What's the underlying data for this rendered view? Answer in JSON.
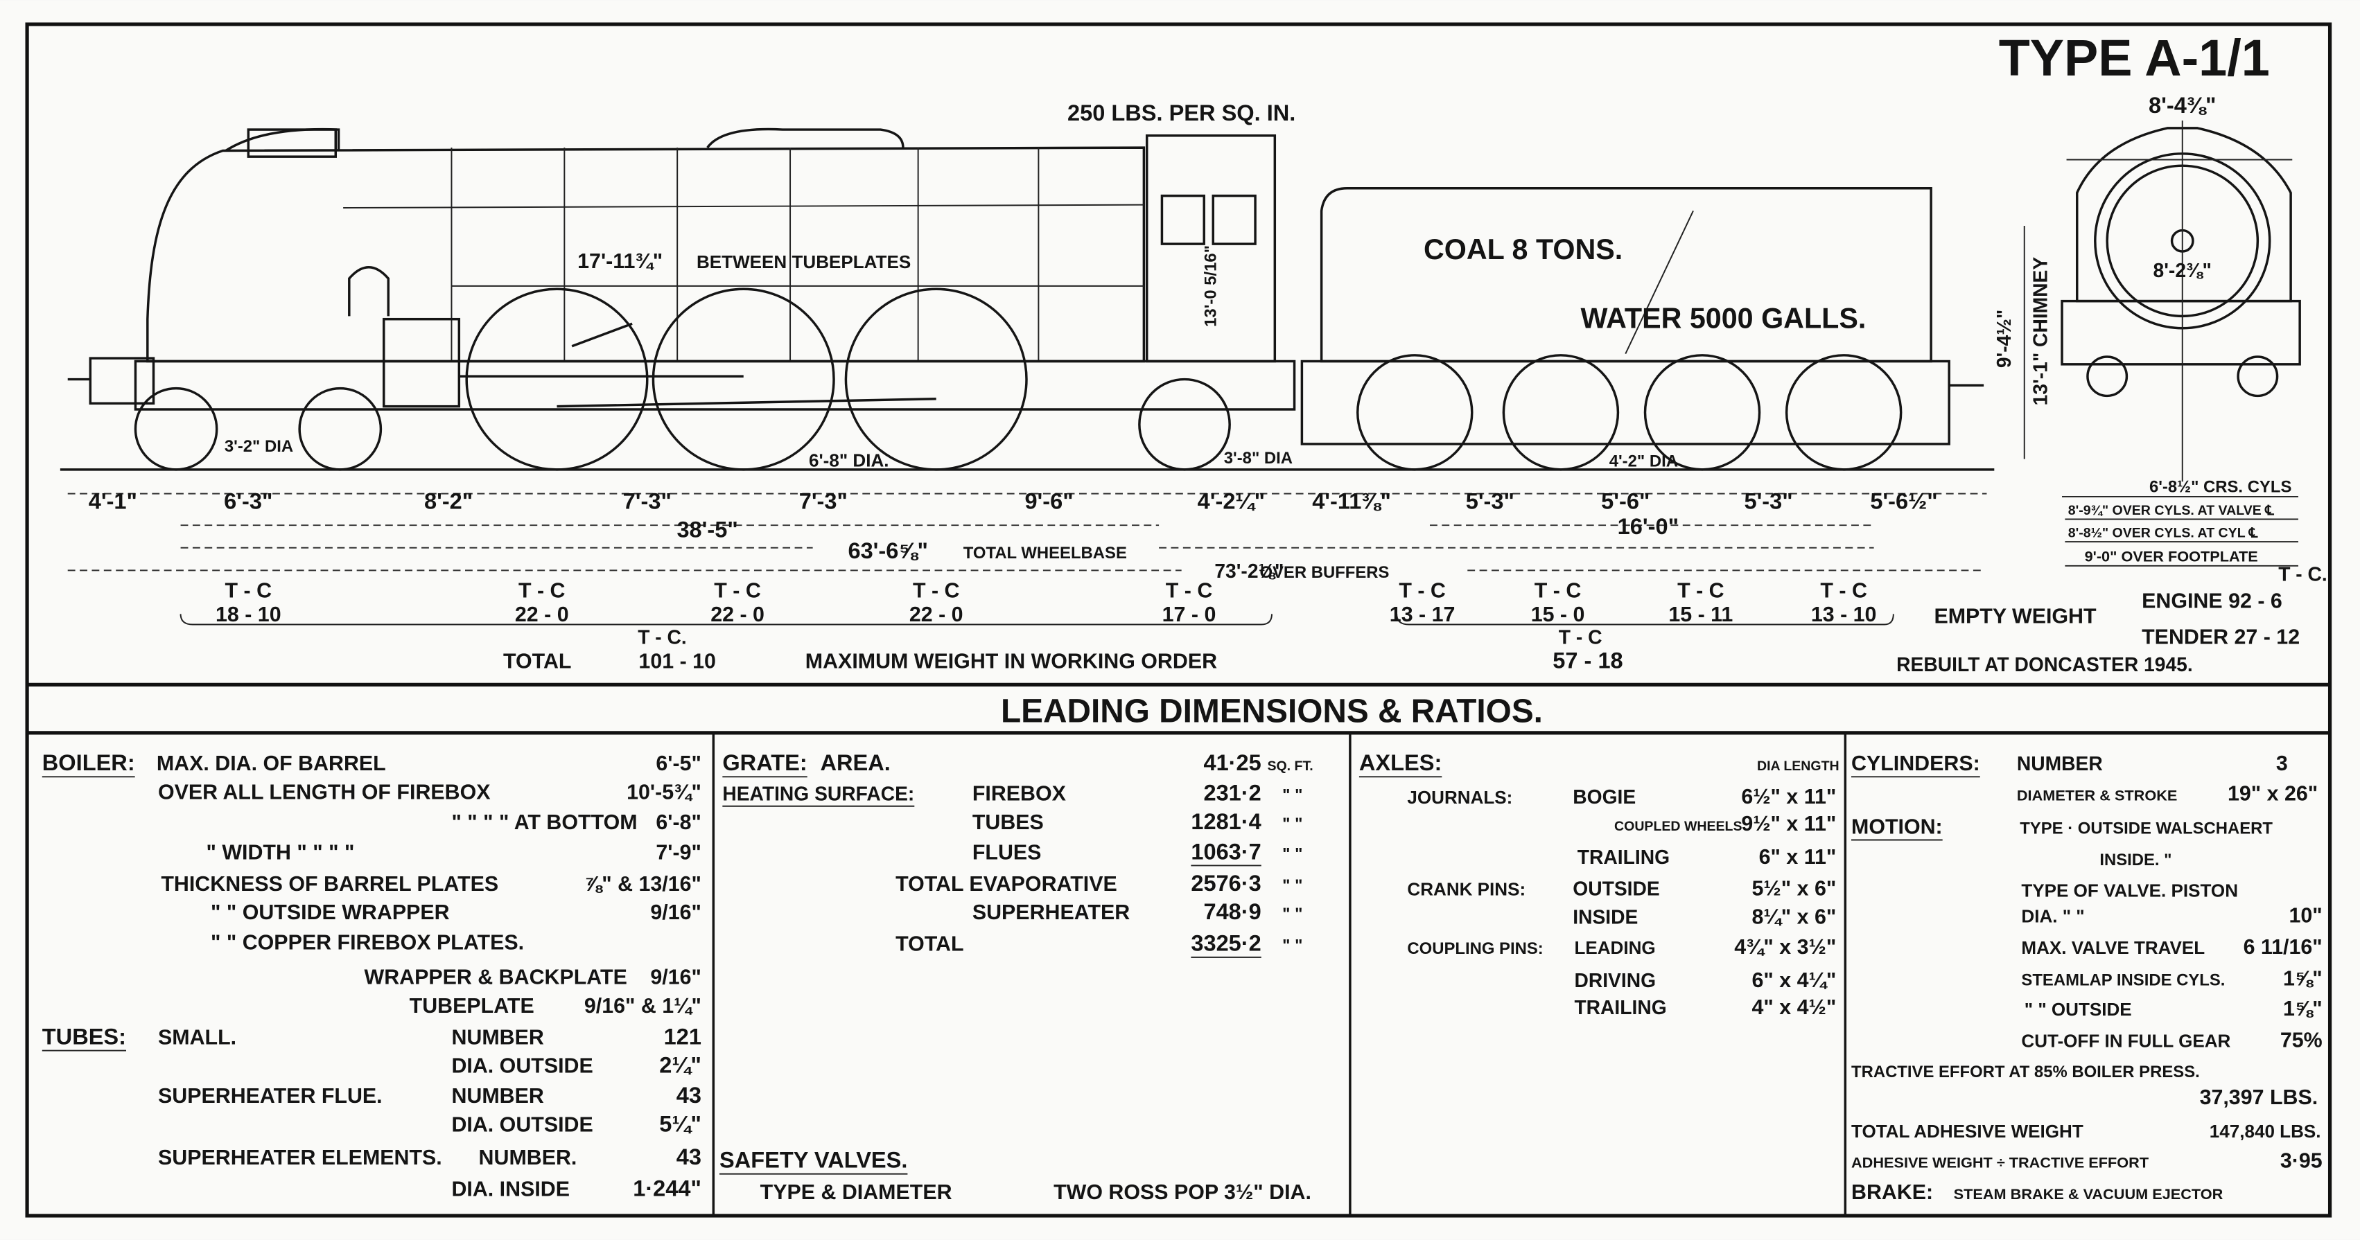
{
  "title": "TYPE A-1/1",
  "pressure": "250 LBS. PER SQ. IN.",
  "drawing": {
    "tubeplates": "17'-11¾\"",
    "between_tubeplates": "BETWEEN TUBEPLATES",
    "coal": "COAL 8 TONS.",
    "water": "WATER 5000 GALLS.",
    "cab_height": "13'-0 5/16\"",
    "bogie_wheel_dia": "3'-2\" DIA",
    "coupled_wheel_dia": "6'-8\" DIA.",
    "trailing_wheel_dia": "3'-8\" DIA",
    "tender_wheel_dia": "4'-2\" DIA"
  },
  "spacings": [
    "4'-1\"",
    "6'-3\"",
    "8'-2\"",
    "7'-3\"",
    "7'-3\"",
    "9'-6\"",
    "4'-2¼\"",
    "4'-11⅜\"",
    "5'-3\"",
    "5'-6\"",
    "5'-3\"",
    "5'-6½\""
  ],
  "wheelbase": {
    "engine": "38'-5\"",
    "tender": "16'-0\"",
    "total": "63'-6⅝\"",
    "total_label": "TOTAL WHEELBASE",
    "buffers": "73'-2⅛\"",
    "buffers_label": "OVER BUFFERS"
  },
  "axle_weights": [
    {
      "unit": "T - C",
      "value": "18 - 10"
    },
    {
      "unit": "T - C",
      "value": "22 - 0"
    },
    {
      "unit": "T - C",
      "value": "22 - 0"
    },
    {
      "unit": "T - C",
      "value": "22 - 0"
    },
    {
      "unit": "T - C",
      "value": "17 - 0"
    },
    {
      "unit": "T - C",
      "value": "13 - 17"
    },
    {
      "unit": "T - C",
      "value": "15 - 0"
    },
    {
      "unit": "T - C",
      "value": "15 - 11"
    },
    {
      "unit": "T - C",
      "value": "13 - 10"
    }
  ],
  "totals": {
    "engine_unit": "T - C.",
    "engine": "101 - 10",
    "total_label": "TOTAL",
    "max_weight_label": "MAXIMUM WEIGHT IN WORKING ORDER",
    "tender_unit": "T - C",
    "tender": "57 - 18"
  },
  "empty_weight": {
    "label": "EMPTY WEIGHT",
    "unit": "T - C.",
    "engine": "ENGINE 92 - 6",
    "tender": "TENDER 27 - 12"
  },
  "rebuilt": "REBUILT AT DONCASTER 1945.",
  "front_view": {
    "width": "8'-4⅜\"",
    "boiler_dia": "8'-2⅜\"",
    "height": "9'-4½\"",
    "chimney": "13'-1\" CHIMNEY",
    "crs_cyls": "6'-8½\" CRS. CYLS",
    "over_cyls_valve": "8'-9¾\" OVER CYLS. AT VALVE ℄",
    "over_cyls_cyl": "8'-8½\" OVER CYLS. AT CYL ℄",
    "footplate": "9'-0\" OVER FOOTPLATE"
  },
  "section_title": "LEADING DIMENSIONS & RATIOS.",
  "boiler": {
    "heading": "BOILER:",
    "rows": [
      {
        "label": "MAX. DIA. OF BARREL",
        "value": "6'-5\""
      },
      {
        "label": "OVER ALL LENGTH OF FIREBOX",
        "value": "10'-5¾\""
      },
      {
        "label": "\"      \"      \"      \"   AT BOTTOM",
        "value": "6'-8\""
      },
      {
        "label": "\"      WIDTH      \"    \"    \"    \"",
        "value": "7'-9\""
      },
      {
        "label": "THICKNESS OF BARREL PLATES",
        "value": "⅞\" & 13/16\""
      },
      {
        "label": "\"         \" OUTSIDE WRAPPER",
        "value": "9/16\""
      },
      {
        "label": "\"         \" COPPER FIREBOX PLATES.",
        "value": ""
      },
      {
        "label": "WRAPPER & BACKPLATE",
        "value": "9/16\""
      },
      {
        "label": "TUBEPLATE",
        "value": "9/16\" & 1¼\""
      }
    ]
  },
  "tubes": {
    "heading": "TUBES:",
    "small": "SMALL.",
    "superheater_flue": "SUPERHEATER FLUE.",
    "superheater_elements": "SUPERHEATER ELEMENTS.",
    "rows": [
      {
        "label": "NUMBER",
        "value": "121"
      },
      {
        "label": "DIA. OUTSIDE",
        "value": "2¼\""
      },
      {
        "label": "NUMBER",
        "value": "43"
      },
      {
        "label": "DIA. OUTSIDE",
        "value": "5¼\""
      },
      {
        "label": "NUMBER.",
        "value": "43"
      },
      {
        "label": "DIA. INSIDE",
        "value": "1·244\""
      }
    ]
  },
  "grate": {
    "heading": "GRATE:",
    "label": "AREA.",
    "value": "41·25",
    "unit": "SQ. FT."
  },
  "heating_surface": {
    "heading": "HEATING SURFACE:",
    "rows": [
      {
        "label": "FIREBOX",
        "value": "231·2",
        "unit": "\"  \""
      },
      {
        "label": "TUBES",
        "value": "1281·4",
        "unit": "\"  \""
      },
      {
        "label": "FLUES",
        "value": "1063·7",
        "unit": "\"  \""
      },
      {
        "label": "TOTAL EVAPORATIVE",
        "value": "2576·3",
        "unit": "\"  \""
      },
      {
        "label": "SUPERHEATER",
        "value": "748·9",
        "unit": "\"  \""
      },
      {
        "label": "TOTAL",
        "value": "3325·2",
        "unit": "\"  \""
      }
    ]
  },
  "safety_valves": {
    "heading": "SAFETY VALVES.",
    "label": "TYPE & DIAMETER",
    "value": "TWO ROSS POP 3½\" DIA."
  },
  "axles": {
    "heading": "AXLES:",
    "columns": "DIA  LENGTH",
    "journals": "JOURNALS:",
    "crank_pins": "CRANK PINS:",
    "coupling_pins": "COUPLING PINS:",
    "rows": [
      {
        "label": "BOGIE",
        "value": "6½\" x 11\""
      },
      {
        "label": "COUPLED WHEELS",
        "value": "9½\" x 11\""
      },
      {
        "label": "TRAILING",
        "value": "6\" x 11\""
      },
      {
        "label": "OUTSIDE",
        "value": "5½\" x 6\""
      },
      {
        "label": "INSIDE",
        "value": "8¼\" x 6\""
      },
      {
        "label": "LEADING",
        "value": "4¾\" x 3½\""
      },
      {
        "label": "DRIVING",
        "value": "6\" x 4¼\""
      },
      {
        "label": "TRAILING",
        "value": "4\" x 4½\""
      }
    ]
  },
  "cylinders": {
    "heading": "CYLINDERS:",
    "number_label": "NUMBER",
    "number": "3",
    "dia_stroke_label": "DIAMETER & STROKE",
    "dia_stroke": "19\" x 26\""
  },
  "motion": {
    "heading": "MOTION:",
    "type": "TYPE · OUTSIDE WALSCHAERT",
    "inside": "INSIDE.      \"",
    "valve_type": "TYPE OF VALVE. PISTON",
    "rows": [
      {
        "label": "DIA.    \"      \"",
        "value": "10\""
      },
      {
        "label": "MAX. VALVE TRAVEL",
        "value": "6 11/16\""
      },
      {
        "label": "STEAMLAP INSIDE CYLS.",
        "value": "1⅝\""
      },
      {
        "label": "\"     \"   OUTSIDE",
        "value": "1⅝\""
      },
      {
        "label": "CUT-OFF IN FULL GEAR",
        "value": "75%"
      }
    ]
  },
  "performance": {
    "tractive_label": "TRACTIVE EFFORT AT 85% BOILER PRESS.",
    "tractive": "37,397 LBS.",
    "adhesive_label": "TOTAL ADHESIVE WEIGHT",
    "adhesive": "147,840 LBS.",
    "ratio_label": "ADHESIVE WEIGHT ÷ TRACTIVE EFFORT",
    "ratio": "3·95",
    "brake_label": "BRAKE:",
    "brake": "STEAM BRAKE & VACUUM EJECTOR"
  }
}
